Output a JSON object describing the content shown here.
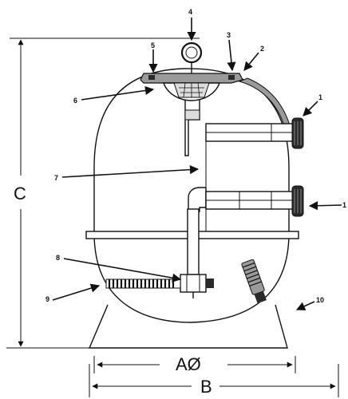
{
  "diagram": {
    "callouts": [
      "1",
      "2",
      "3",
      "4",
      "5",
      "6",
      "7",
      "8",
      "9",
      "10",
      "1"
    ],
    "dimensions": {
      "height": "C",
      "diameter": "AØ",
      "width": "B"
    },
    "colors": {
      "line": "#111111",
      "shade": "#9a9a9a",
      "port": "#2a2a2a",
      "light": "#dcdcdc"
    }
  }
}
